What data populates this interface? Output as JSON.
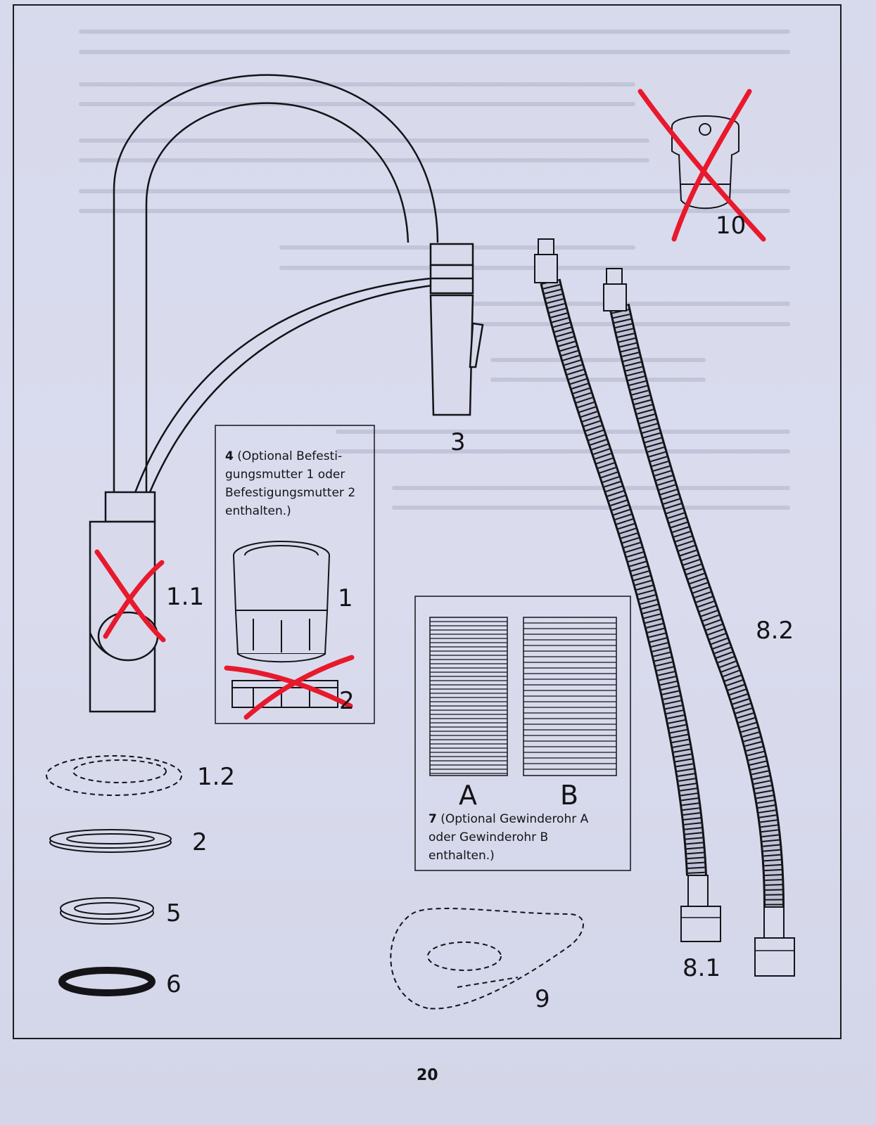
{
  "labels": {
    "part_1_1": "1.1",
    "part_1_2": "1.2",
    "part_2": "2",
    "part_3": "3",
    "part_5": "5",
    "part_6": "6",
    "part_8_1": "8.1",
    "part_8_2": "8.2",
    "part_9": "9",
    "part_10": "10"
  },
  "nut_box": {
    "number": "4",
    "caption_line1": "(Optional Befesti-",
    "caption_line2": "gungsmutter 1 oder",
    "caption_line3": "Befestigungsmutter 2",
    "caption_line4": "enthalten.)",
    "nut_1_label": "1",
    "nut_2_label": "2"
  },
  "pipe_box": {
    "number": "7",
    "caption_line1": "(Optional Gewinderohr A",
    "caption_line2": "oder Gewinderohr B",
    "caption_line3": "enthalten.)",
    "pipe_a_label": "A",
    "pipe_b_label": "B"
  },
  "page_number": "20",
  "colors": {
    "ink": "#141418",
    "paper": "#d8daec",
    "cross_mark": "#e8192c"
  }
}
